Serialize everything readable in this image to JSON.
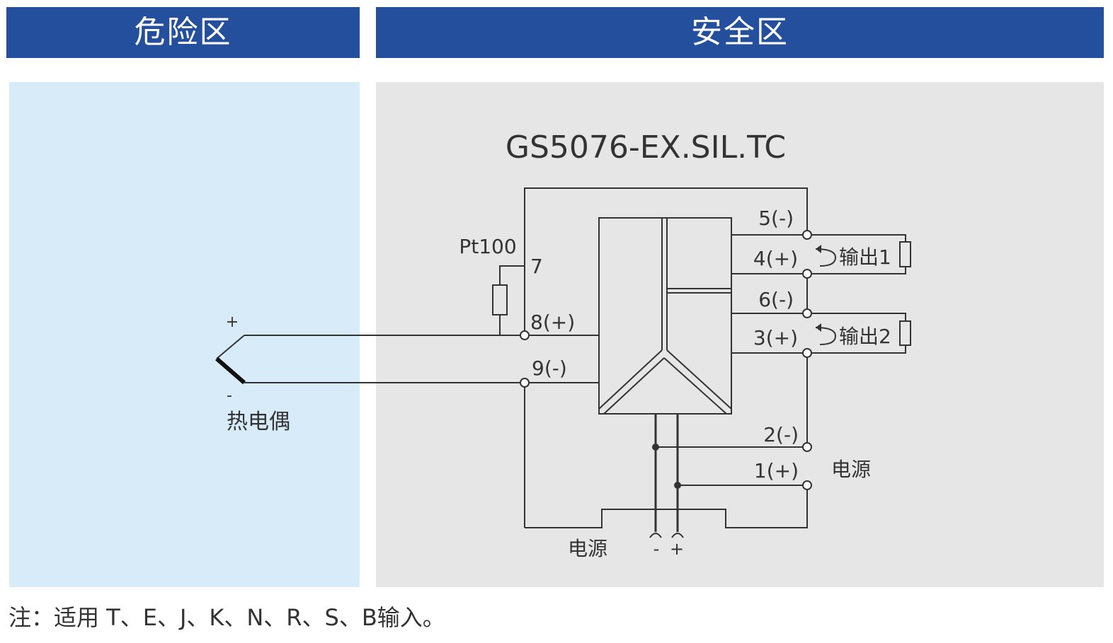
{
  "zones": {
    "hazardous_label": "危险区",
    "safe_label": "安全区"
  },
  "device": {
    "model": "GS5076-EX.SIL.TC"
  },
  "sensor": {
    "plus": "+",
    "minus": "-",
    "label": "热电偶"
  },
  "rtd": {
    "label": "Pt100"
  },
  "terminals": {
    "t7": "7",
    "t8": "8(+)",
    "t9": "9(-)",
    "t5": "5(-)",
    "t4": "4(+)",
    "t6": "6(-)",
    "t3": "3(+)",
    "t2": "2(-)",
    "t1": "1(+)"
  },
  "outputs": {
    "output1": "输出1",
    "output2": "输出2"
  },
  "power": {
    "right_label": "电源",
    "bottom_label": "电源",
    "minus": "-",
    "plus": "+"
  },
  "note": "注：适用 T、E、J、K、N、R、S、B输入。",
  "colors": {
    "header_blue": "#244f9c",
    "hazard_bg": "#d8ebf8",
    "safe_bg": "#e6e6e6",
    "line": "#333333"
  }
}
